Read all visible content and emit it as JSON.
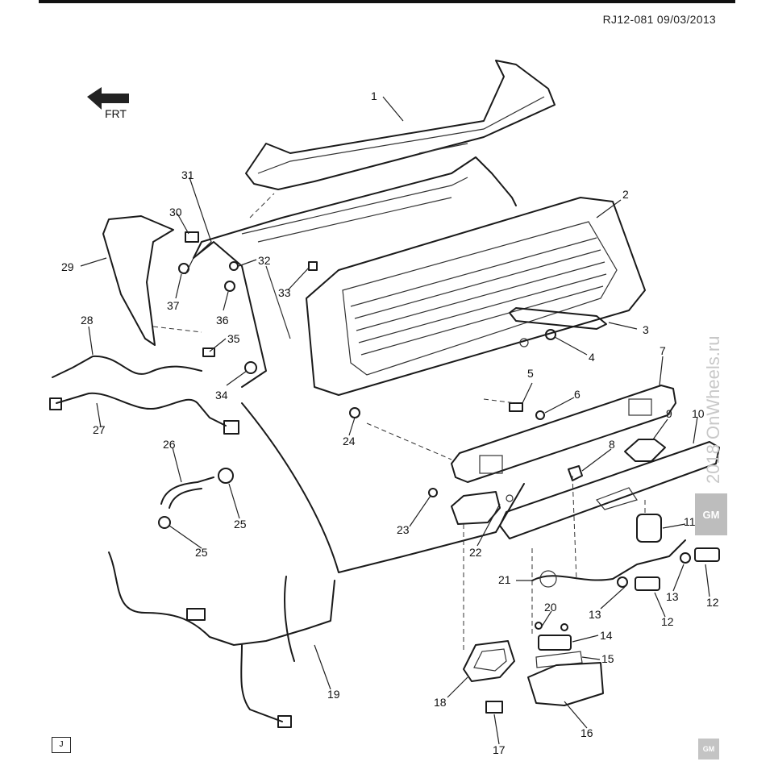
{
  "ref_code": "RJ12-081  09/03/2013",
  "front_label": "FRT",
  "watermark_text": "2018 OnWheels.ru",
  "watermark_badge": "GM",
  "watermark_badge_small": "GM",
  "corner_tag": "J",
  "callouts": {
    "c1": "1",
    "c2": "2",
    "c3": "3",
    "c4": "4",
    "c5": "5",
    "c6": "6",
    "c7": "7",
    "c8": "8",
    "c9": "9",
    "c10": "10",
    "c11": "11",
    "c12a": "12",
    "c12b": "12",
    "c13a": "13",
    "c13b": "13",
    "c14": "14",
    "c15": "15",
    "c16": "16",
    "c17": "17",
    "c18": "18",
    "c19": "19",
    "c20": "20",
    "c21": "21",
    "c22": "22",
    "c23": "23",
    "c24": "24",
    "c25a": "25",
    "c25b": "25",
    "c26": "26",
    "c27": "27",
    "c28": "28",
    "c29": "29",
    "c30": "30",
    "c31": "31",
    "c32": "32",
    "c33": "33",
    "c34": "34",
    "c35": "35",
    "c36": "36",
    "c37": "37"
  }
}
